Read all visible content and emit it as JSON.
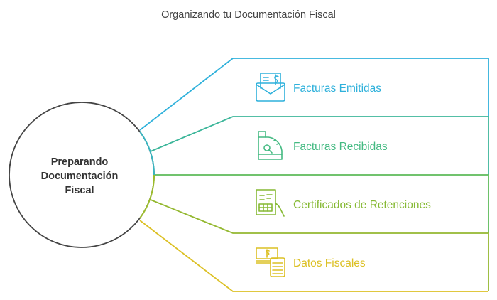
{
  "title": "Organizando tu Documentación Fiscal",
  "center": {
    "lines": [
      "Preparando",
      "Documentación",
      "Fiscal"
    ]
  },
  "items": [
    {
      "label": "Facturas Emitidas",
      "icon": "invoice-envelope-icon",
      "color": "#2fb1db"
    },
    {
      "label": "Facturas Recibidas",
      "icon": "cash-register-icon",
      "color": "#44ba82"
    },
    {
      "label": "Certificados de Retenciones",
      "icon": "certificate-hand-icon",
      "color": "#86b934"
    },
    {
      "label": "Datos Fiscales",
      "icon": "money-calculator-icon",
      "color": "#dcc024"
    }
  ]
}
